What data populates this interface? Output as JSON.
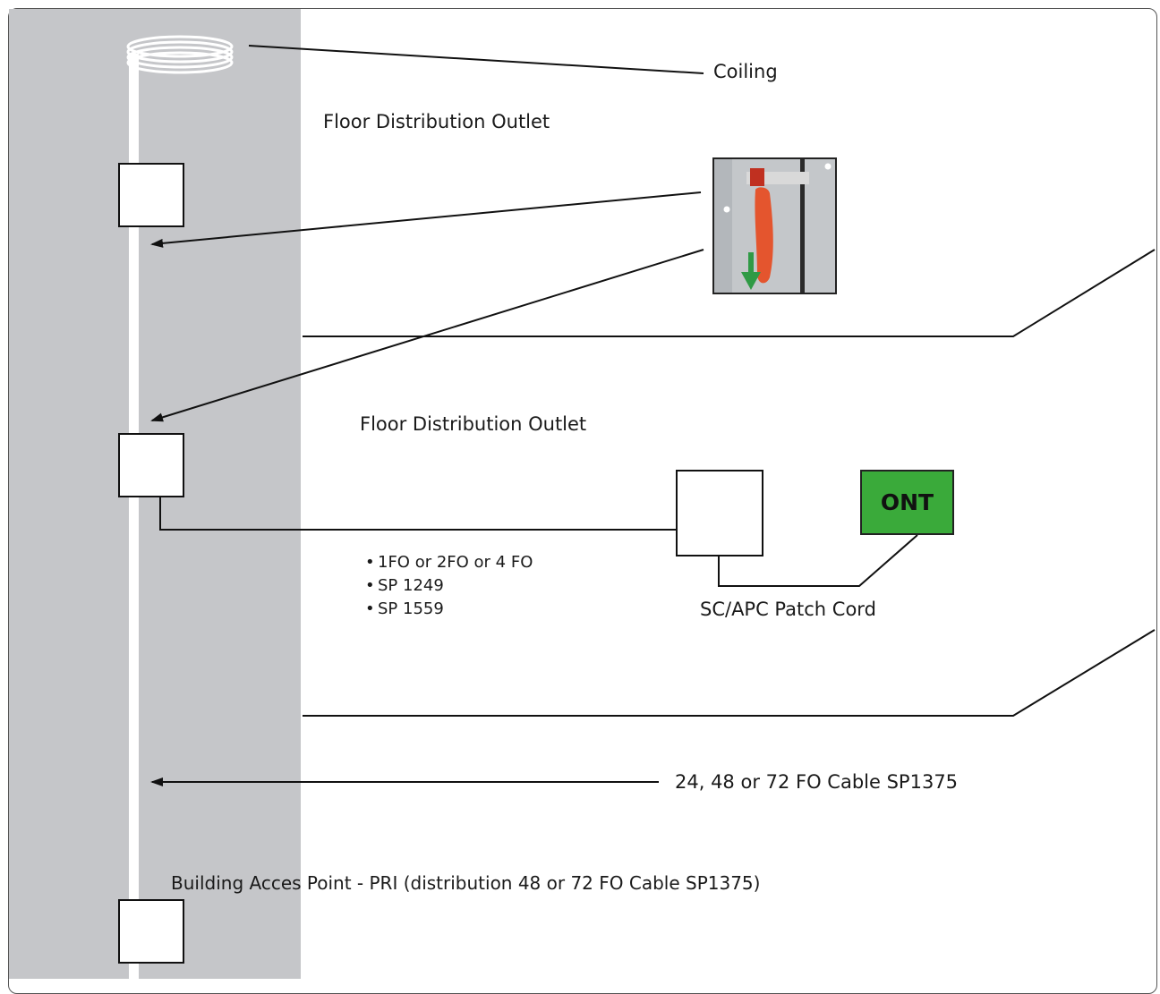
{
  "labels": {
    "coiling": "Coiling",
    "floor_outlet_top": "Floor Distribution Outlet",
    "floor_outlet_mid": "Floor Distribution Outlet",
    "patch_cord": "SC/APC Patch Cord",
    "riser_cable": "24, 48 or 72 FO Cable SP1375",
    "building_access": "Building Acces Point - PRI (distribution 48 or 72 FO Cable SP1375)"
  },
  "ont": {
    "label": "ONT",
    "color": "#3aaa3a"
  },
  "drop_cable_specs": [
    "1FO or 2FO or 4 FO",
    "SP 1249",
    "SP 1559"
  ],
  "colors": {
    "riser_band": "#c5c6c9",
    "line": "#111111"
  }
}
